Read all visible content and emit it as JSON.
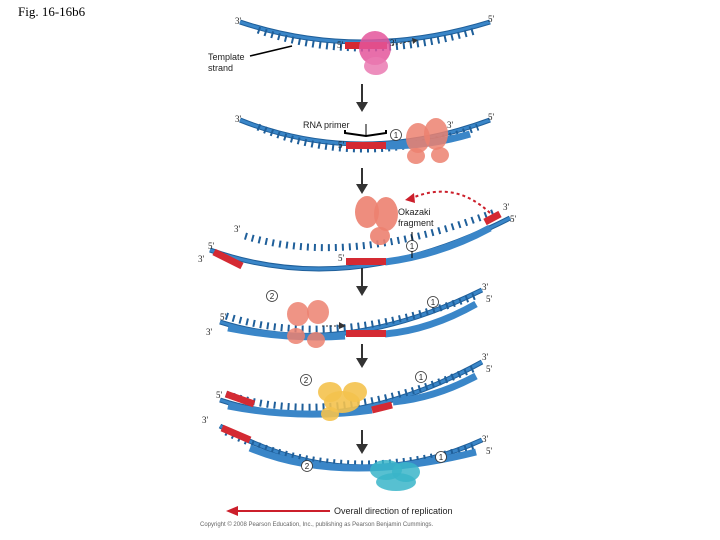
{
  "figure_label": "Fig. 16-16b6",
  "labels": {
    "template_strand": "Template\nstrand",
    "rna_primer": "RNA primer",
    "okazaki_fragment": "Okazaki\nfragment",
    "overall_direction": "Overall direction of replication",
    "copyright": "Copyright © 2008 Pearson Education, Inc., publishing as Pearson Benjamin Cummings."
  },
  "end_labels": {
    "three_prime": "3'",
    "five_prime": "5'"
  },
  "step_numbers": {
    "one": "1",
    "two": "2"
  },
  "colors": {
    "dna_blue": "#3a86c8",
    "dna_dark": "#1f5f9a",
    "primer_red": "#d42a33",
    "primase_pink": "#e4559b",
    "polymerase_salmon": "#ec8170",
    "enzyme_yellow": "#f4c24e",
    "ligase_teal": "#3ab5c9",
    "arrow": "#333333",
    "direction_arrow": "#cc1f2b"
  }
}
